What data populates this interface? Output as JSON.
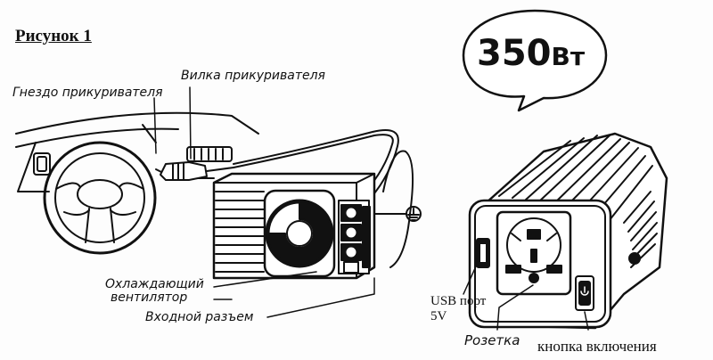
{
  "figure": {
    "title": "Рисунок 1"
  },
  "power_badge": {
    "value": "350",
    "unit": "Вт"
  },
  "labels": {
    "plug": "Вилка прикуривателя",
    "socket": "Гнездо прикуривателя",
    "fan_line1": "Охлаждающий",
    "fan_line2": "вентилятор",
    "input": "Входной разъем",
    "usb_line1": "USB порт",
    "usb_line2": "5V",
    "outlet": "Розетка",
    "power_button": "кнопка включения"
  },
  "icons": [
    "ground-symbol-icon",
    "power-button-icon"
  ]
}
